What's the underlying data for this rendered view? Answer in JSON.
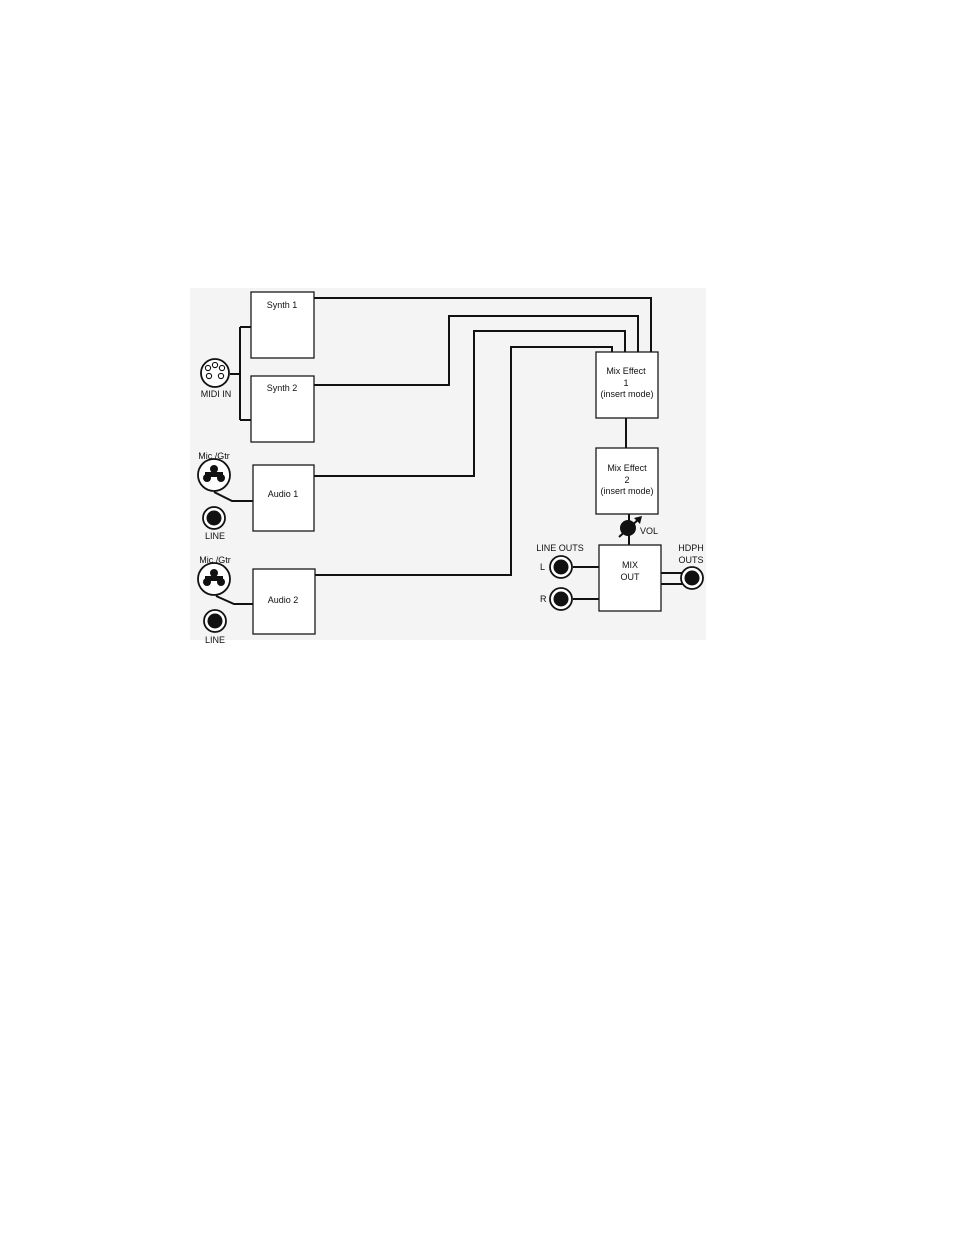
{
  "diagram": {
    "boxes": {
      "synth1": "Synth 1",
      "synth2": "Synth 2",
      "audio1": "Audio 1",
      "audio2": "Audio 2",
      "mix_effect1": [
        "Mix Effect",
        "1",
        "(insert mode)"
      ],
      "mix_effect2": [
        "Mix Effect",
        "2",
        "(insert mode)"
      ],
      "mix_out": [
        "MIX",
        "OUT"
      ]
    },
    "connectors": {
      "midi_in": "MIDI IN",
      "mic_gtr_1": "Mic /Gtr",
      "line_1": "LINE",
      "mic_gtr_2": "Mic /Gtr",
      "line_2": "LINE",
      "vol": "VOL",
      "line_outs": "LINE OUTS",
      "line_out_l": "L",
      "line_out_r": "R",
      "hdph_outs": [
        "HDPH",
        "OUTS"
      ]
    }
  }
}
